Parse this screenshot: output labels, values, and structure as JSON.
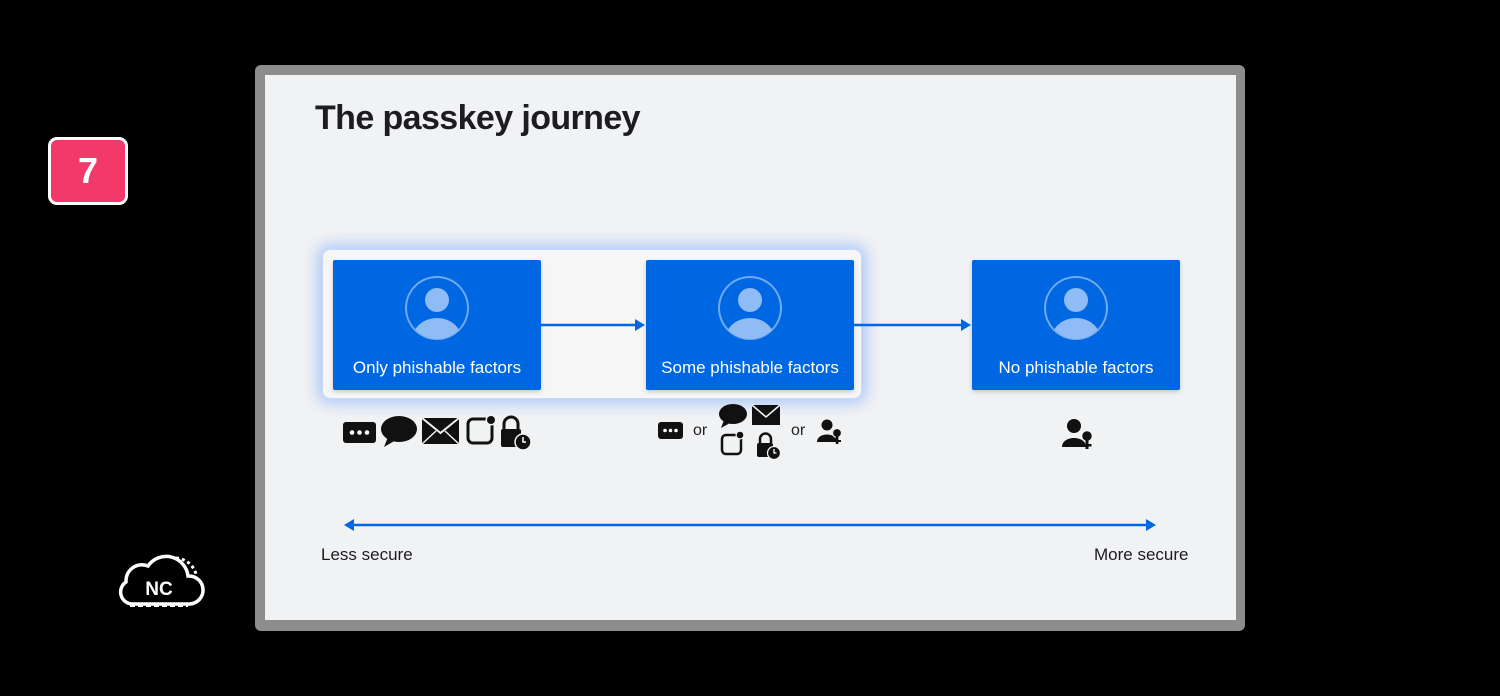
{
  "badge": {
    "number": "7",
    "color": "#f3396a"
  },
  "logo": {
    "text": "NC"
  },
  "slide": {
    "title": "The passkey journey",
    "accent_color": "#0067e3",
    "boxes": [
      {
        "label": "Only phishable factors",
        "icon": "user-avatar-icon"
      },
      {
        "label": "Some phishable factors",
        "icon": "user-avatar-icon"
      },
      {
        "label": "No phishable factors",
        "icon": "user-avatar-icon"
      }
    ],
    "factor_icons": {
      "only": [
        "password-dots-icon",
        "speech-bubble-icon",
        "envelope-icon",
        "app-notification-icon",
        "lock-clock-icon"
      ],
      "some_or_1": "or",
      "some_or_2": "or",
      "none": [
        "user-key-icon"
      ]
    },
    "scale": {
      "left": "Less secure",
      "right": "More secure"
    }
  }
}
